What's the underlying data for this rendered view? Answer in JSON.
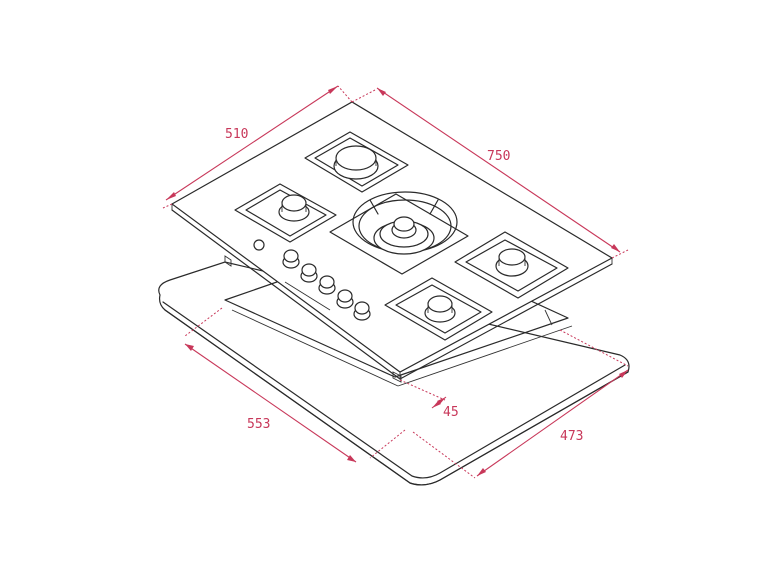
{
  "diagram": {
    "subject": "Built-in gas hob with 5 burners, isometric technical drawing",
    "line_color": "#2a2a2a",
    "dimension_color": "#c8385a",
    "units": "mm",
    "dimensions": {
      "depth": "510",
      "width": "750",
      "cutout_width": "553",
      "cutout_depth": "473",
      "edge_offset": "45"
    },
    "burners": [
      {
        "position": "rear-left-large"
      },
      {
        "position": "left-small"
      },
      {
        "position": "center-wok"
      },
      {
        "position": "right-medium"
      },
      {
        "position": "front-right-small"
      }
    ],
    "control_knobs": 5
  }
}
